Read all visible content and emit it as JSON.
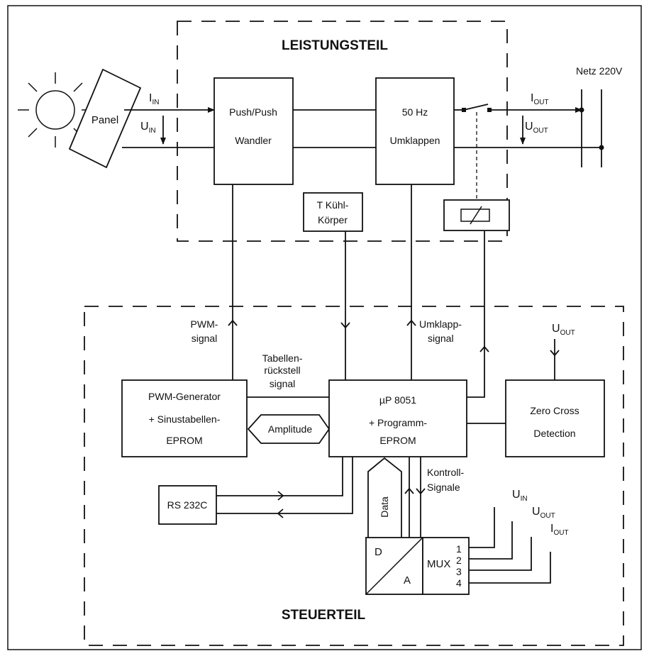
{
  "sections": {
    "power": "LEISTUNGSTEIL",
    "control": "STEUERTEIL"
  },
  "grid": "Netz 220V",
  "blocks": {
    "panel": "Panel",
    "push_push_1": "Push/Push",
    "push_push_2": "Wandler",
    "umklappen_1": "50 Hz",
    "umklappen_2": "Umklappen",
    "kuehl_1": "T Kühl-",
    "kuehl_2": "Körper",
    "pwm_1": "PWM-Generator",
    "pwm_2": "+ Sinustabellen-",
    "pwm_3": "EPROM",
    "up_1": "µP 8051",
    "up_2": "+ Programm-",
    "up_3": "EPROM",
    "zero_1": "Zero Cross",
    "zero_2": "Detection",
    "rs232": "RS 232C",
    "amplitude": "Amplitude",
    "data": "Data",
    "dac_d": "D",
    "dac_a": "A",
    "mux": "MUX",
    "mux_ports": [
      "1",
      "2",
      "3",
      "4"
    ]
  },
  "signals": {
    "pwm_1": "PWM-",
    "pwm_2": "signal",
    "tab_1": "Tabellen-",
    "tab_2": "rückstell",
    "tab_3": "signal",
    "umk_1": "Umklapp-",
    "umk_2": "signal",
    "ktl_1": "Kontroll-",
    "ktl_2": "Signale"
  },
  "quantities": {
    "i_in": {
      "main": "I",
      "sub": "IN"
    },
    "u_in": {
      "main": "U",
      "sub": "IN"
    },
    "i_out": {
      "main": "I",
      "sub": "OUT"
    },
    "u_out": {
      "main": "U",
      "sub": "OUT"
    }
  }
}
